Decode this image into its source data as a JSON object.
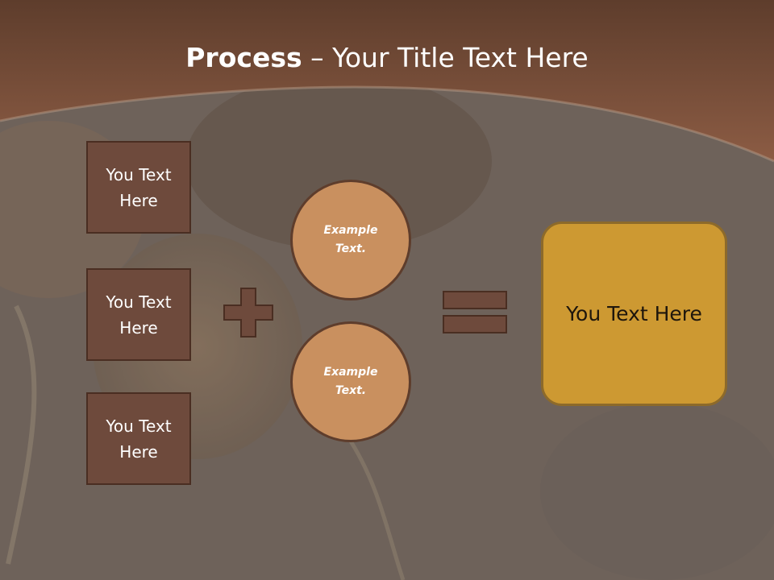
{
  "title": {
    "bold": "Process",
    "rest": " – Your Title Text Here"
  },
  "left_boxes": [
    {
      "line1": "You Text",
      "line2": "Here"
    },
    {
      "line1": "You Text",
      "line2": "Here"
    },
    {
      "line1": "You Text",
      "line2": "Here"
    }
  ],
  "circles": [
    {
      "line1": "Example",
      "line2": "Text."
    },
    {
      "line1": "Example",
      "line2": "Text."
    }
  ],
  "result": "You Text Here",
  "colors": {
    "header": "#7a4f3b",
    "box": "#6e4a3c",
    "circle": "#c9905f",
    "result": "#cd9932"
  },
  "icons": {
    "plus": "plus-icon",
    "equals": "equals-icon"
  }
}
